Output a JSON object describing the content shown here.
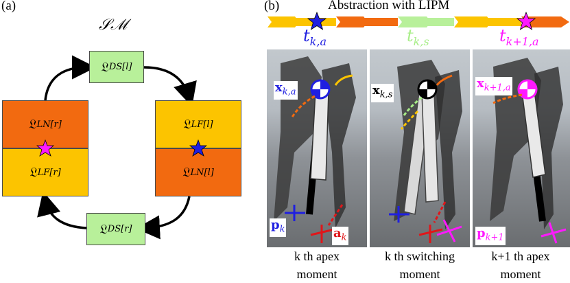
{
  "panel_a": {
    "label": "(a)",
    "title": "𝒮ℳ",
    "boxes": {
      "ds_l": {
        "main": "𝔏",
        "sub": "DS[l]"
      },
      "ln_r": {
        "main": "𝔏",
        "sub": "LN[r]"
      },
      "lf_r": {
        "main": "𝔏",
        "sub": "LF[r]"
      },
      "lf_l": {
        "main": "𝔏",
        "sub": "LF[l]"
      },
      "ln_l": {
        "main": "𝔏",
        "sub": "LN[l]"
      },
      "ds_r": {
        "main": "𝔏",
        "sub": "DS[r]"
      }
    }
  },
  "panel_b": {
    "label": "(b)",
    "title": "Abstraction with LIPM",
    "times": [
      {
        "main": "t",
        "sub": "k,a",
        "color": "#1f1fe0"
      },
      {
        "main": "t",
        "sub": "k,s",
        "color": "#a8ee88"
      },
      {
        "main": "t",
        "sub": "k+1,a",
        "color": "#ff19ff"
      }
    ],
    "state_labels": [
      {
        "main": "x",
        "sub": "k,a",
        "color": "#1f1fe0"
      },
      {
        "main": "x",
        "sub": "k,s",
        "color": "#000000"
      },
      {
        "main": "x",
        "sub": "k+1,a",
        "color": "#ff19ff"
      }
    ],
    "foot_labels": {
      "p_k": {
        "main": "p",
        "sub": "k",
        "color": "#1f1fe0"
      },
      "a_k": {
        "main": "a",
        "sub": "k",
        "color": "#e0161a"
      },
      "p_k1": {
        "main": "p",
        "sub": "k+1",
        "color": "#ff19ff"
      }
    },
    "captions": [
      {
        "line1": "k th apex",
        "line2": "moment"
      },
      {
        "line1": "k th switching",
        "line2": "moment"
      },
      {
        "line1": "k+1 th apex",
        "line2": "moment"
      }
    ]
  },
  "colors": {
    "green": "#b8f09a",
    "orange": "#f26a10",
    "yellow": "#fcc400",
    "blue": "#1f1fe0",
    "magenta": "#ff19ff",
    "red": "#e0161a"
  }
}
